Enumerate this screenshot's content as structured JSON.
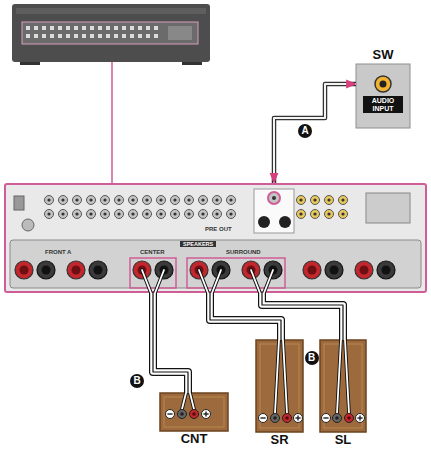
{
  "diagram": {
    "nodes": [
      {
        "text": [
          "SW",
          "AUDIO INPUT"
        ]
      },
      {
        "text": [
          "PRE OUT",
          "SPEAKERS",
          "FRONT A",
          "CENTER",
          "SURROUND"
        ]
      },
      {
        "text": [
          "CNT"
        ]
      },
      {
        "text": [
          "SR"
        ]
      },
      {
        "text": [
          "SL"
        ]
      }
    ],
    "edges": [
      {
        "from": 1,
        "to": 0,
        "arrow": "both",
        "label": "A"
      },
      {
        "from": 1,
        "to": 2,
        "arrow": "none",
        "label": "B"
      },
      {
        "from": 1,
        "to": 3,
        "arrow": "none"
      },
      {
        "from": 1,
        "to": 4,
        "arrow": "none"
      }
    ],
    "labels": [
      "B"
    ]
  }
}
